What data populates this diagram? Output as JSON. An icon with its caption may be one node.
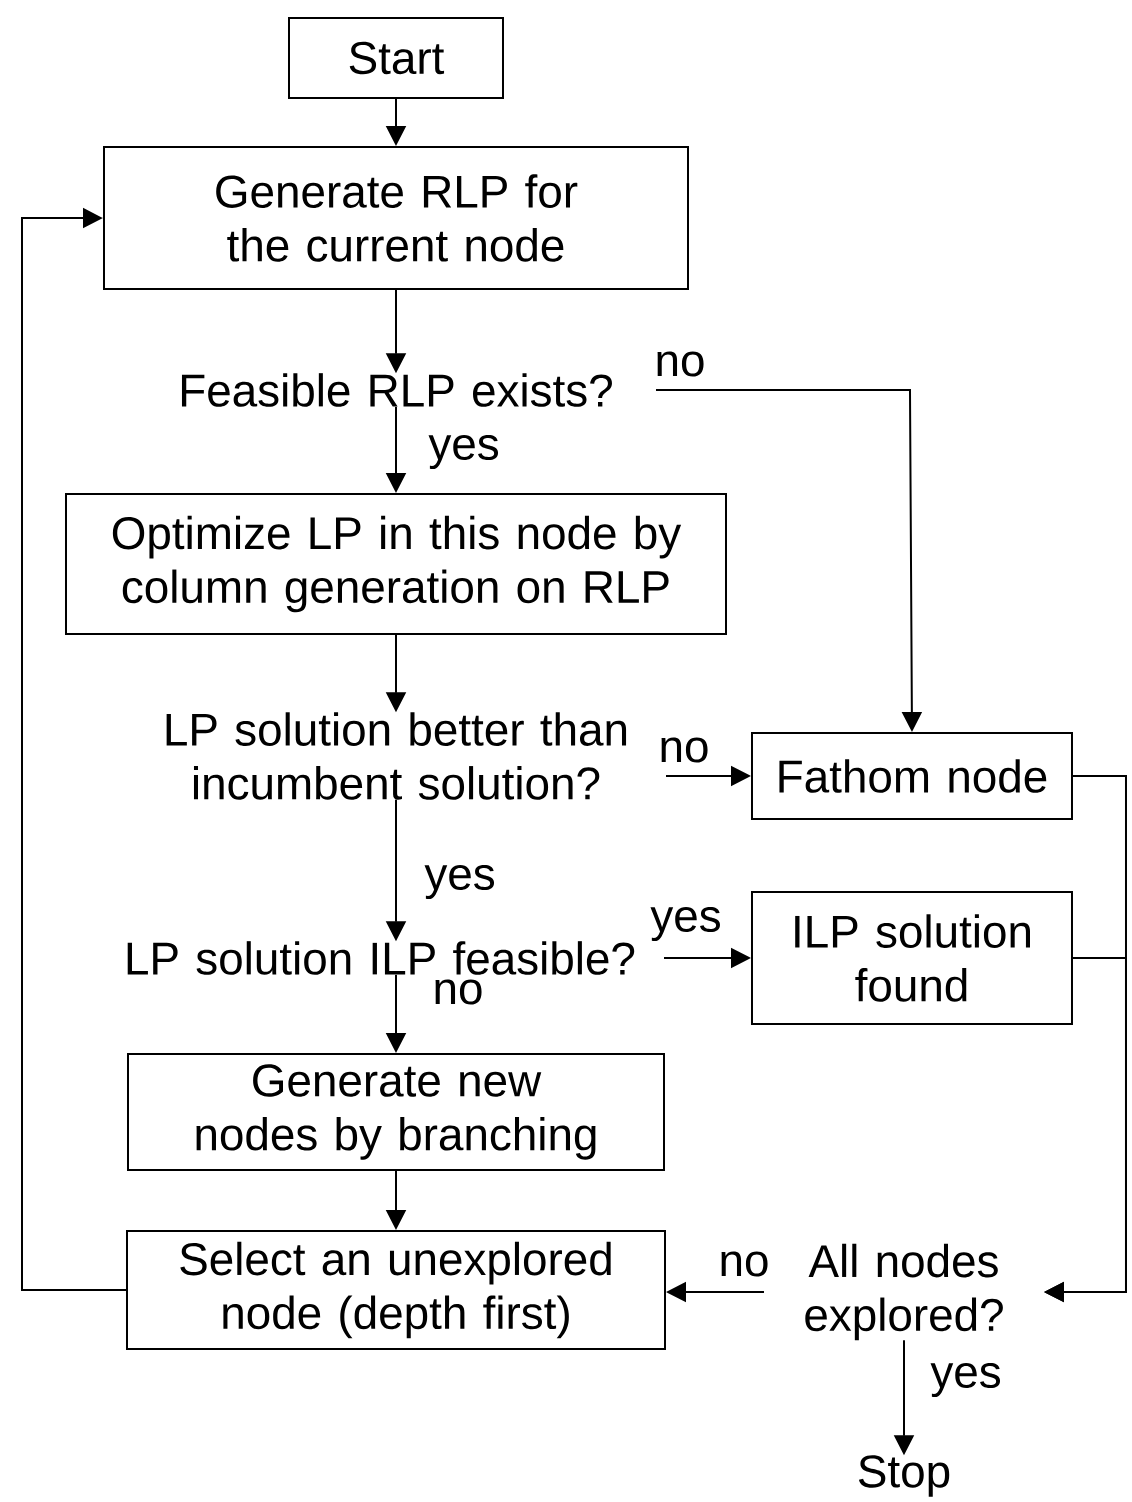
{
  "diagram": {
    "nodes": [
      {
        "text": [
          "Start"
        ]
      },
      {
        "text": [
          "Generate RLP for the current node"
        ]
      },
      {
        "text": [
          "Feasible RLP exists?"
        ]
      },
      {
        "text": [
          "Optimize LP in this node by column generation on RLP"
        ]
      },
      {
        "text": [
          "LP solution better than incumbent solution?"
        ]
      },
      {
        "text": [
          "Fathom node"
        ]
      },
      {
        "text": [
          "LP solution ILP feasible?"
        ]
      },
      {
        "text": [
          "ILP solution found"
        ]
      },
      {
        "text": [
          "Generate new nodes by branching"
        ]
      },
      {
        "text": [
          "Select an unexplored node (depth first)"
        ]
      },
      {
        "text": [
          "All nodes explored?"
        ]
      },
      {
        "text": [
          "Stop"
        ]
      }
    ],
    "edges": [
      {
        "from": 0,
        "to": 1,
        "arrow": "to"
      },
      {
        "from": 1,
        "to": 2,
        "arrow": "to"
      },
      {
        "from": 2,
        "to": 3,
        "arrow": "to",
        "label": "yes"
      },
      {
        "from": 2,
        "to": 5,
        "arrow": "to",
        "label": "no"
      },
      {
        "from": 3,
        "to": 4,
        "arrow": "to"
      },
      {
        "from": 4,
        "to": 5,
        "arrow": "to",
        "label": "no"
      },
      {
        "from": 4,
        "to": 6,
        "arrow": "to",
        "label": "yes"
      },
      {
        "from": 6,
        "to": 7,
        "arrow": "to",
        "label": "yes"
      },
      {
        "from": 6,
        "to": 8,
        "arrow": "to",
        "label": "no"
      },
      {
        "from": 8,
        "to": 9,
        "arrow": "to"
      },
      {
        "from": 9,
        "to": 1,
        "arrow": "to"
      },
      {
        "from": 5,
        "to": 10,
        "arrow": "to"
      },
      {
        "from": 7,
        "to": 10,
        "arrow": "to"
      },
      {
        "from": 10,
        "to": 9,
        "arrow": "to",
        "label": "no"
      },
      {
        "from": 10,
        "to": 11,
        "arrow": "to",
        "label": "yes"
      }
    ]
  }
}
